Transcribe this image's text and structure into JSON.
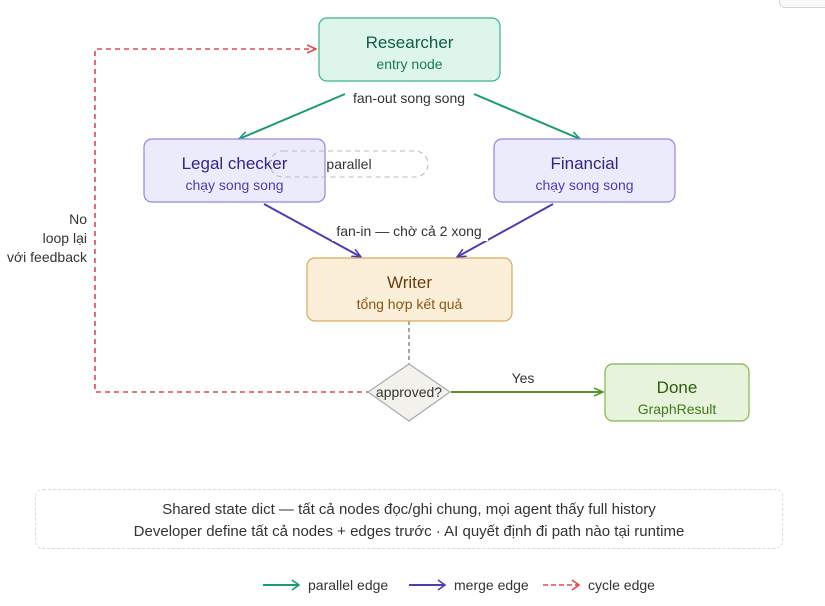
{
  "nodes": {
    "researcher": {
      "title": "Researcher",
      "subtitle": "entry node"
    },
    "legal": {
      "title": "Legal checker",
      "subtitle": "chạy song song"
    },
    "financial": {
      "title": "Financial",
      "subtitle": "chạy song song"
    },
    "writer": {
      "title": "Writer",
      "subtitle": "tổng hợp kết quả"
    },
    "decision": {
      "label": "approved?"
    },
    "done": {
      "title": "Done",
      "subtitle": "GraphResult"
    }
  },
  "edge_labels": {
    "fan_out": "fan-out song song",
    "parallel": "parallel",
    "fan_in": "fan-in — chờ cả 2 xong",
    "yes": "Yes",
    "no_lines": [
      "No",
      "loop lại",
      "với feedback"
    ]
  },
  "note": {
    "line1": "Shared state dict — tất cả nodes đọc/ghi chung, mọi agent thấy full history",
    "line2": "Developer define tất cả nodes + edges trước · AI quyết định đi path nào tại runtime"
  },
  "legend": [
    {
      "label": "parallel edge",
      "color": "#1a9c6e",
      "style": "solid"
    },
    {
      "label": "merge edge",
      "color": "#4a3fb0",
      "style": "solid"
    },
    {
      "label": "cycle edge",
      "color": "#e0484e",
      "style": "dashed"
    }
  ],
  "colors": {
    "green_edge": "#1a9c6e",
    "purple_edge": "#4a3fb0",
    "red_cycle": "#e0484e",
    "yes_edge": "#5a8f29",
    "researcher_fill": "#def5ec",
    "legal_fill": "#ecebfc",
    "writer_fill": "#fbefd9",
    "done_fill": "#e7f3dc"
  }
}
